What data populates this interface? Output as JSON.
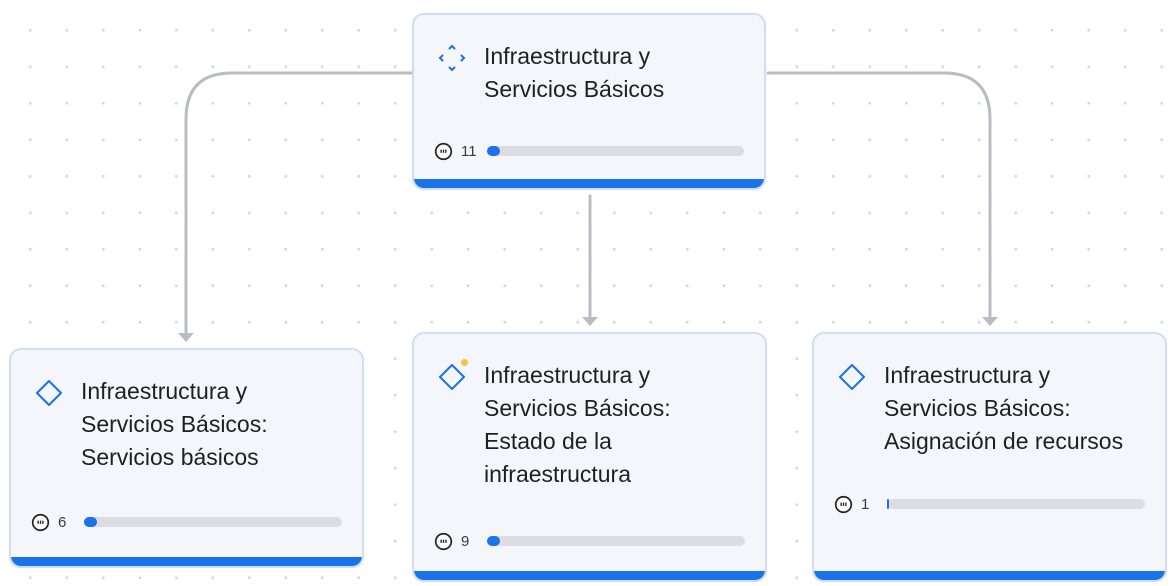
{
  "nodes": [
    {
      "id": "root",
      "title": "Infraestructura y\nServicios Básicos",
      "comment_count": "11",
      "progress": 0.02,
      "icon": "diamond-dashed-icon",
      "has_badge": false
    },
    {
      "id": "child-1",
      "title": "Infraestructura y\nServicios Básicos:\nServicios básicos",
      "comment_count": "6",
      "progress": 0.02,
      "icon": "diamond-icon",
      "has_badge": false
    },
    {
      "id": "child-2",
      "title": "Infraestructura y\nServicios Básicos:\nEstado de la\ninfraestructura",
      "comment_count": "9",
      "progress": 0.02,
      "icon": "diamond-icon",
      "has_badge": true
    },
    {
      "id": "child-3",
      "title": "Infraestructura y\nServicios Básicos:\nAsignación de recursos",
      "comment_count": "1",
      "progress": 0.0,
      "icon": "diamond-icon",
      "has_badge": false
    }
  ],
  "colors": {
    "accent": "#1a73e8",
    "card_background": "#f4f6fc",
    "card_border": "#cfdef4",
    "connector": "#b9bcc4",
    "badge": "#f6c342",
    "track": "#dcdce2"
  }
}
